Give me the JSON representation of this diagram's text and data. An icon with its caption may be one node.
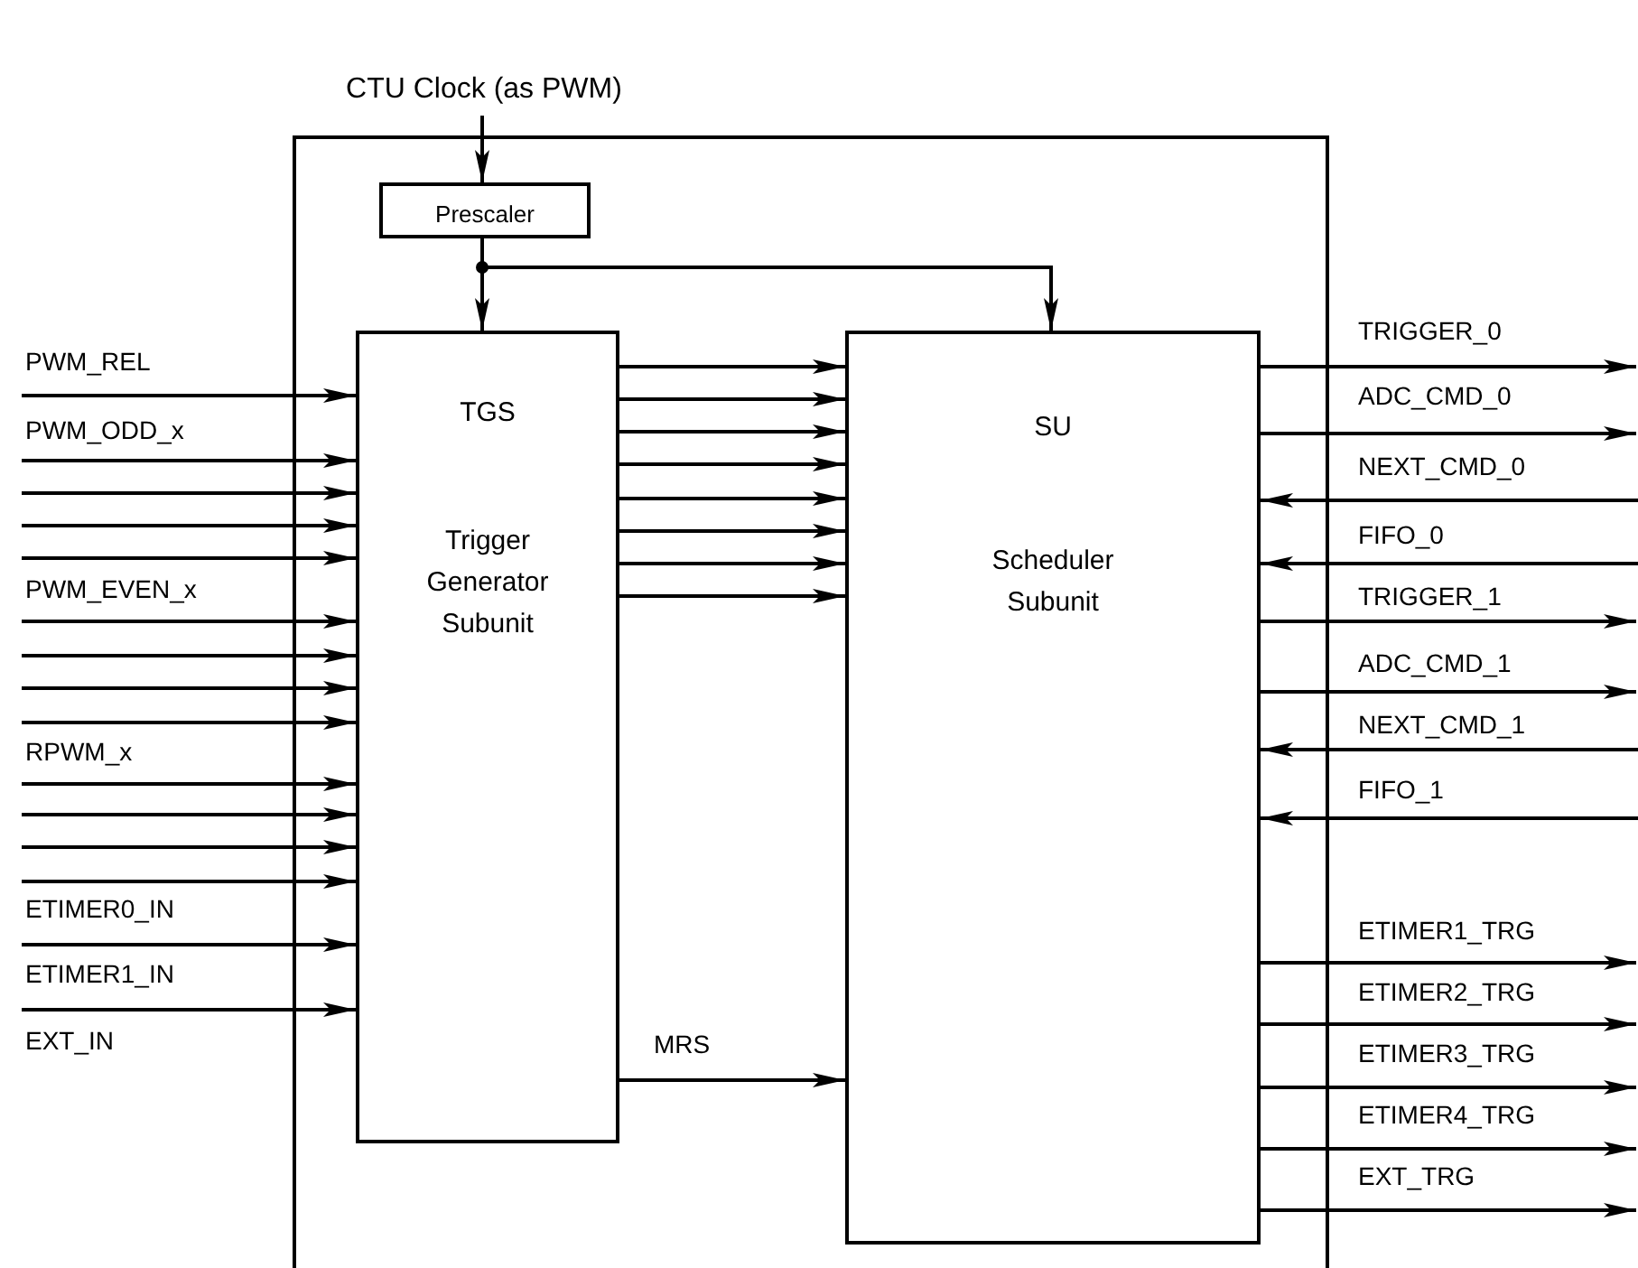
{
  "diagram": {
    "nodes": [
      {
        "text": [
          "CTU Clock (as PWM)"
        ]
      },
      {
        "text": [],
        "shape": "box"
      },
      {
        "text": [
          "Prescaler"
        ],
        "in": 1
      },
      {
        "text": [
          "TGS",
          "Trigger Generator Subunit"
        ],
        "in": 1
      },
      {
        "text": [
          "SU",
          "Scheduler Subunit"
        ],
        "in": 1
      }
    ],
    "edges": [
      {
        "from": 0,
        "to": 2,
        "arrow": "to"
      },
      {
        "from": 2,
        "to": 3,
        "arrow": "to"
      },
      {
        "from": 2,
        "to": 4,
        "arrow": "to"
      },
      {
        "from": null,
        "to": 3,
        "arrow": "to"
      },
      {
        "from": null,
        "to": 3,
        "arrow": "to"
      },
      {
        "from": null,
        "to": 3,
        "arrow": "to"
      },
      {
        "from": null,
        "to": 3,
        "arrow": "to"
      },
      {
        "from": null,
        "to": 3,
        "arrow": "to"
      },
      {
        "from": null,
        "to": 3,
        "arrow": "to"
      },
      {
        "from": null,
        "to": 3,
        "arrow": "to"
      },
      {
        "from": null,
        "to": 3,
        "arrow": "to"
      },
      {
        "from": null,
        "to": 3,
        "arrow": "to"
      },
      {
        "from": null,
        "to": 3,
        "arrow": "to"
      },
      {
        "from": null,
        "to": 3,
        "arrow": "to"
      },
      {
        "from": null,
        "to": 3,
        "arrow": "to"
      },
      {
        "from": null,
        "to": 3,
        "arrow": "to"
      },
      {
        "from": null,
        "to": 3,
        "arrow": "to"
      },
      {
        "from": null,
        "to": 3,
        "arrow": "to"
      },
      {
        "from": 3,
        "to": 4,
        "arrow": "to"
      },
      {
        "from": 3,
        "to": 4,
        "arrow": "to"
      },
      {
        "from": 3,
        "to": 4,
        "arrow": "to"
      },
      {
        "from": 3,
        "to": 4,
        "arrow": "to"
      },
      {
        "from": 3,
        "to": 4,
        "arrow": "to"
      },
      {
        "from": 3,
        "to": 4,
        "arrow": "to"
      },
      {
        "from": 3,
        "to": 4,
        "arrow": "to"
      },
      {
        "from": 3,
        "to": 4,
        "arrow": "to"
      },
      {
        "from": 3,
        "to": 4,
        "arrow": "to"
      },
      {
        "from": 4,
        "to": null,
        "arrow": "to"
      },
      {
        "from": 4,
        "to": null,
        "arrow": "to"
      },
      {
        "from": null,
        "to": 4,
        "arrow": "to"
      },
      {
        "from": null,
        "to": 4,
        "arrow": "to"
      },
      {
        "from": 4,
        "to": null,
        "arrow": "to"
      },
      {
        "from": 4,
        "to": null,
        "arrow": "to"
      },
      {
        "from": null,
        "to": 4,
        "arrow": "to"
      },
      {
        "from": null,
        "to": 4,
        "arrow": "to"
      },
      {
        "from": 4,
        "to": null,
        "arrow": "to"
      },
      {
        "from": 4,
        "to": null,
        "arrow": "to"
      },
      {
        "from": 4,
        "to": null,
        "arrow": "to"
      },
      {
        "from": 4,
        "to": null,
        "arrow": "to"
      },
      {
        "from": 4,
        "to": null,
        "arrow": "to"
      }
    ],
    "labels": [
      "PWM_REL",
      "PWM_ODD_x",
      "PWM_EVEN_x",
      "RPWM_x",
      "ETIMER0_IN",
      "ETIMER1_IN",
      "EXT_IN",
      "MRS",
      "TRIGGER_0",
      "ADC_CMD_0",
      "NEXT_CMD_0",
      "FIFO_0",
      "TRIGGER_1",
      "ADC_CMD_1",
      "NEXT_CMD_1",
      "FIFO_1",
      "ETIMER1_TRG",
      "ETIMER2_TRG",
      "ETIMER3_TRG",
      "ETIMER4_TRG",
      "EXT_TRG"
    ]
  }
}
